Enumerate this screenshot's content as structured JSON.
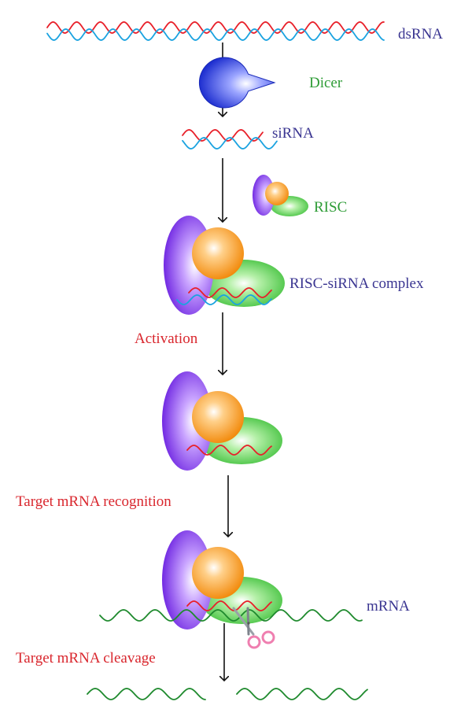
{
  "labels": {
    "dsrna": "dsRNA",
    "dicer": "Dicer",
    "sirna": "siRNA",
    "risc": "RISC",
    "risc_sirna_complex": "RISC-siRNA complex",
    "activation": "Activation",
    "target_recognition": "Target mRNA recognition",
    "mrna": "mRNA",
    "target_cleavage": "Target mRNA cleavage"
  },
  "colors": {
    "sense_strand": "#e8202a",
    "antisense_strand": "#1ba3e0",
    "mrna_strand": "#1f8a2e",
    "component_label": "#2e9c36",
    "molecule_label": "#3a3591",
    "step_label": "#d9262d",
    "arrow": "#111111",
    "dicer": "#2436d6",
    "risc_purple": "#7a2fe0",
    "risc_orange": "#f49a1c",
    "risc_green": "#3ec23a",
    "scissors_handle": "#ef7fb0"
  },
  "icons": {
    "dicer": "pacman-shape",
    "cleavage": "scissors-icon"
  }
}
